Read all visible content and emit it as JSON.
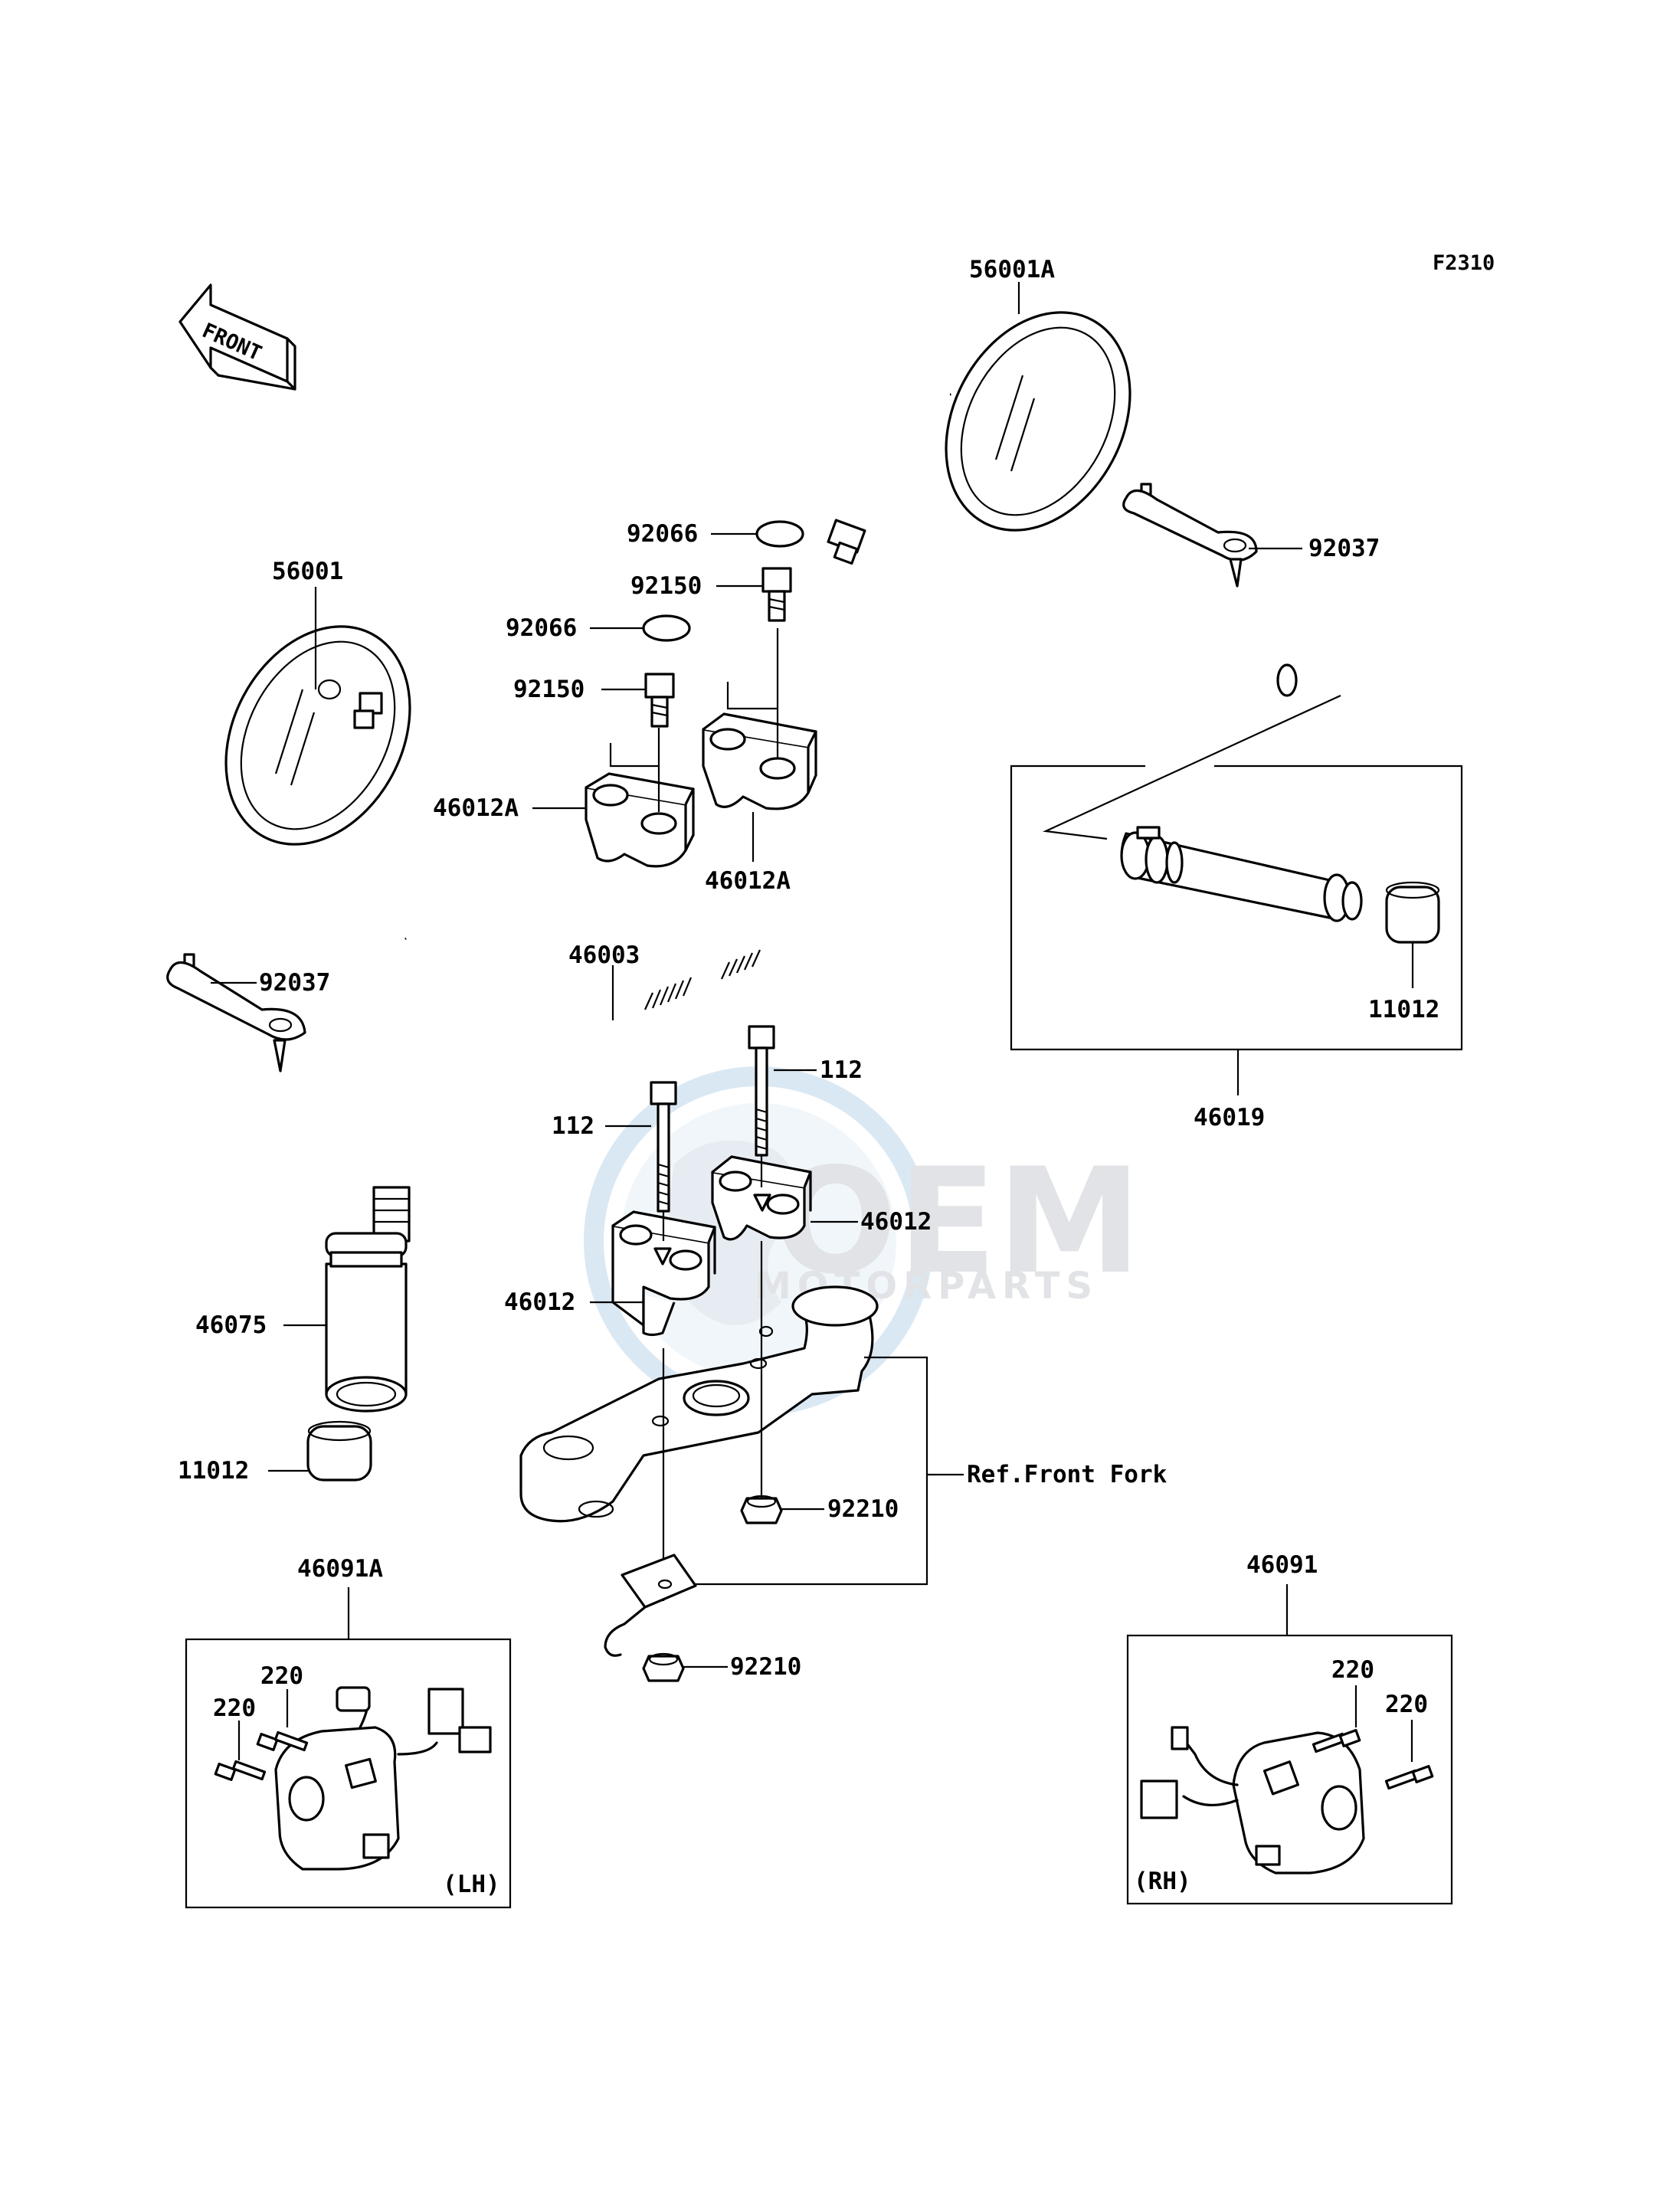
{
  "diagram": {
    "figure_code": "F2310",
    "front_arrow_text": "FRONT",
    "watermark": {
      "brand": "OEM",
      "sub": "MOTORPARTS"
    },
    "labels": {
      "p56001A": "56001A",
      "p56001": "56001",
      "p92066_top": "92066",
      "p92066_mid": "92066",
      "p92150_top": "92150",
      "p92150_mid": "92150",
      "p92037_right": "92037",
      "p92037_left": "92037",
      "p46012A_left": "46012A",
      "p46012A_right": "46012A",
      "p46003": "46003",
      "p11012_right": "11012",
      "p46019": "46019",
      "p112_right": "112",
      "p112_left": "112",
      "p46012_right": "46012",
      "p46012_left": "46012",
      "p46075": "46075",
      "p11012_left": "11012",
      "ref_front_fork": "Ref.Front Fork",
      "p92210_top": "92210",
      "p92210_bottom": "92210",
      "p46091A": "46091A",
      "p220_lh_a": "220",
      "p220_lh_b": "220",
      "lh_tag": "(LH)",
      "p46091": "46091",
      "p220_rh_a": "220",
      "p220_rh_b": "220",
      "rh_tag": "(RH)"
    }
  }
}
